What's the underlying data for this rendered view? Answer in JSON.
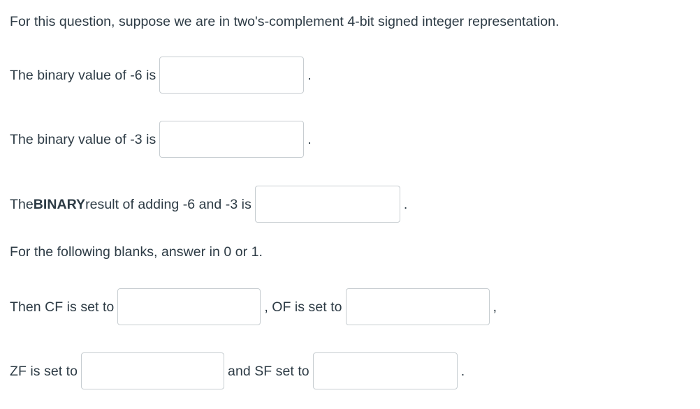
{
  "document": {
    "type": "quiz-question",
    "text_color": "#2d3b45",
    "background_color": "#ffffff",
    "input_border_color": "#c7cdd1"
  },
  "intro": {
    "text": "For this question, suppose we are in two's-complement 4-bit signed integer representation."
  },
  "questions": {
    "neg6": {
      "prefix": "The binary value of -6 is",
      "suffix": ".",
      "input_value": "",
      "placeholder": ""
    },
    "neg3": {
      "prefix": "The binary value of -3 is",
      "suffix": ".",
      "input_value": "",
      "placeholder": ""
    },
    "binary_sum": {
      "prefix_1": "The ",
      "emphasis": "BINARY",
      "prefix_2": " result of adding -6 and -3 is",
      "suffix": ".",
      "input_value": "",
      "placeholder": ""
    }
  },
  "note": {
    "text": "For the following blanks, answer in 0 or 1."
  },
  "flags": {
    "line1": {
      "cf_prefix": "Then CF is set to",
      "cf_value": "",
      "separator": ", OF is set to",
      "of_value": "",
      "suffix": ","
    },
    "line2": {
      "zf_prefix": "ZF is set to",
      "zf_value": "",
      "separator": "and SF set to",
      "sf_value": "",
      "suffix": "."
    }
  }
}
